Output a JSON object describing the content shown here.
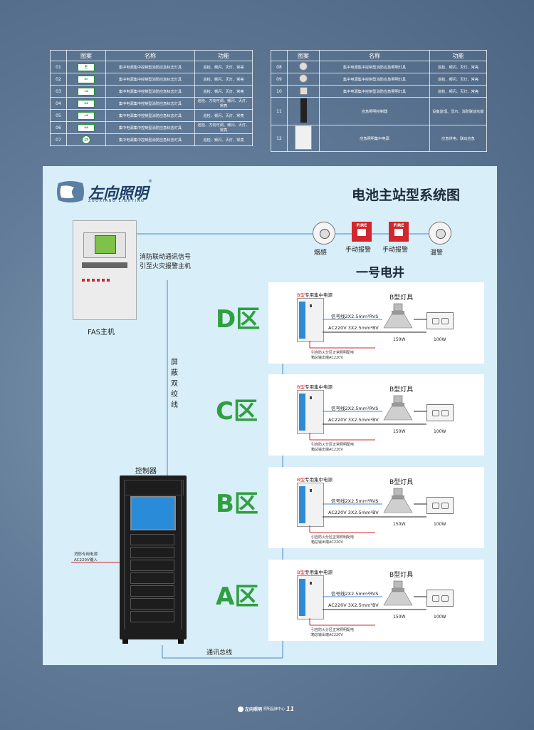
{
  "legend_left": {
    "headers": [
      "图案",
      "名称",
      "功能"
    ],
    "rows": [
      {
        "num": "01",
        "glyph": "E",
        "name": "集中电源集中控制型消防应急标志灯具",
        "func": "巡检、频闪、灭灯、常亮"
      },
      {
        "num": "02",
        "glyph": "⇐",
        "name": "集中电源集中控制型消防应急标志灯具",
        "func": "巡检、频闪、灭灯、常亮"
      },
      {
        "num": "03",
        "glyph": "⇒",
        "name": "集中电源集中控制型消防应急标志灯具",
        "func": "巡检、频闪、灭灯、常亮"
      },
      {
        "num": "04",
        "glyph": "⇔",
        "name": "集中电源集中控制型消防应急标志灯具",
        "func": "巡检、方向可调、频闪、灭灯、常亮"
      },
      {
        "num": "05",
        "glyph": "⇒",
        "name": "集中电源集中控制型消防应急标志灯具",
        "func": "巡检、频闪、灭灯、常亮"
      },
      {
        "num": "06",
        "glyph": "⇔",
        "name": "集中电源集中控制型消防应急标志灯具",
        "func": "巡检、方向可调、频闪、灭灯、常亮"
      },
      {
        "num": "07",
        "glyph": "⇄",
        "name": "集中电源集中控制型消防应急标志灯具",
        "func": "巡检、频闪、灭灯、常亮"
      }
    ]
  },
  "legend_right": {
    "headers": [
      "图案",
      "名称",
      "功能"
    ],
    "rows": [
      {
        "num": "08",
        "name": "集中电源集中控制型消防应急照明灯具",
        "func": "巡检、频闪、灭灯、常亮"
      },
      {
        "num": "09",
        "name": "集中电源集中控制型消防应急照明灯具",
        "func": "巡检、频闪、灭灯、常亮"
      },
      {
        "num": "10",
        "name": "集中电源集中控制型消防应急照明灯具",
        "func": "巡检、频闪、灭灯、常亮"
      },
      {
        "num": "11",
        "name": "应急照明控制器",
        "func": "设备监理、显示、消防联动功能"
      },
      {
        "num": "12",
        "name": "应急照明集中电源",
        "func": "应急供电、联动应急"
      }
    ]
  },
  "brand": {
    "name": "左向照明",
    "sub": "ZUOXIANG LIGHTING",
    "reg": "®"
  },
  "diagram": {
    "title": "电池主站型系统图",
    "shaft": "一号电井",
    "fas_label": "FAS主机",
    "fas_signal_1": "消防联动通讯信号",
    "fas_signal_2": "引至火灾报警主机",
    "twisted": [
      "屏",
      "蔽",
      "双",
      "绞",
      "线"
    ],
    "controller_label": "控制器",
    "power_in_1": "消防专用电源",
    "power_in_2": "AC220V输入",
    "bus_label": "通讯总线",
    "detectors": [
      {
        "label": "烟感",
        "icon": "smoke-detector"
      },
      {
        "label": "手动报警",
        "icon": "manual-alarm",
        "tag": "FIRE"
      },
      {
        "label": "手动报警",
        "icon": "manual-alarm",
        "tag": "FIRE"
      },
      {
        "label": "温警",
        "icon": "heat-detector"
      }
    ],
    "zones": [
      {
        "name": "D区"
      },
      {
        "name": "C区"
      },
      {
        "name": "B区"
      },
      {
        "name": "A区"
      }
    ],
    "zone_card": {
      "psu_prefix": "B型",
      "psu_label": "专用集中电源",
      "lamp_label": "B型灯具",
      "signal_line": "信号线2X2.5mm²RVS",
      "power_line": "AC220V 3X2.5mm²BV",
      "watt_lamp": "150W",
      "watt_panel": "100W",
      "note_1": "引自防火分区正常照明配电",
      "note_2": "箱总输出端AC220V"
    }
  },
  "footer": {
    "brand": "左向照明",
    "text": "照明品牌中心",
    "page": "11"
  },
  "colors": {
    "green": "#2f9f3f",
    "blue_line": "#4a86c8",
    "red": "#d0282c",
    "panel_bg": "#d8eef8"
  }
}
